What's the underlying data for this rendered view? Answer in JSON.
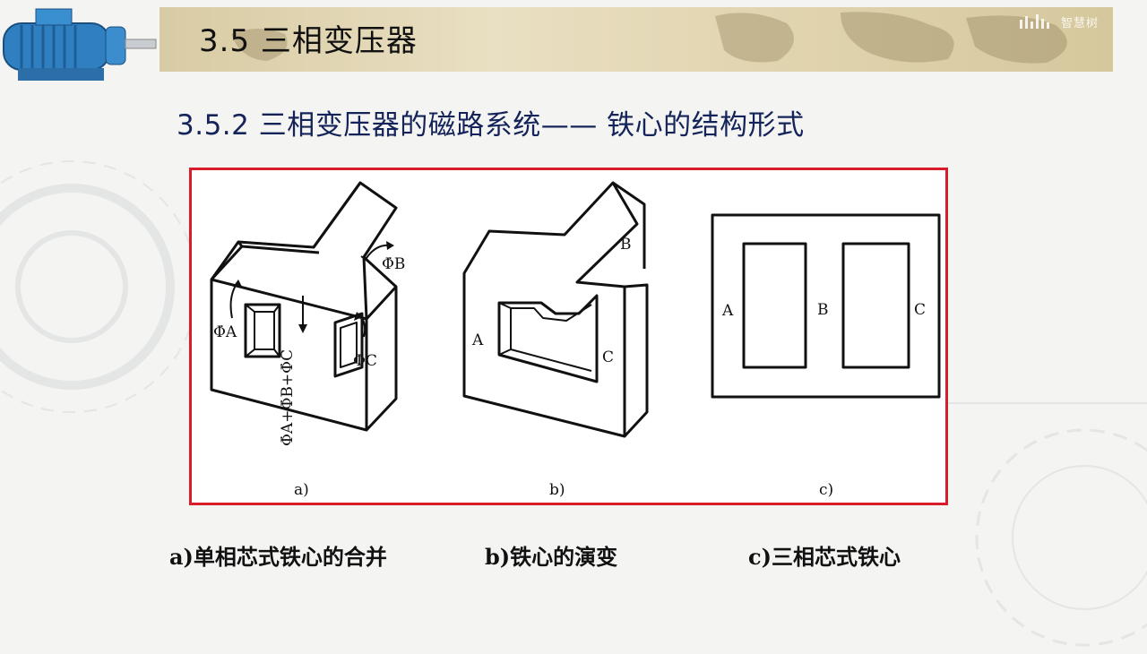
{
  "header": {
    "title": "3.5 三相变压器",
    "logo_text": "智慧树"
  },
  "subtitle": "3.5.2 三相变压器的磁路系统—— 铁心的结构形式",
  "figure": {
    "panel_a": {
      "label": "a)",
      "flux_a": "Φ̇A",
      "flux_b": "Φ̇B",
      "flux_c": "Φ̇C",
      "flux_sum": "Φ̇A+Φ̇B+Φ̇C"
    },
    "panel_b": {
      "label": "b)",
      "leg_a": "A",
      "leg_b": "B",
      "leg_c": "C"
    },
    "panel_c": {
      "label": "c)",
      "leg_a": "A",
      "leg_b": "B",
      "leg_c": "C"
    }
  },
  "captions": {
    "a": "a)单相芯式铁心的合并",
    "b": "b)铁心的演变",
    "c": "c)三相芯式铁心"
  },
  "colors": {
    "frame": "#d81c2a",
    "subtitle": "#14245a",
    "title_bar": "#e2d6b2"
  }
}
